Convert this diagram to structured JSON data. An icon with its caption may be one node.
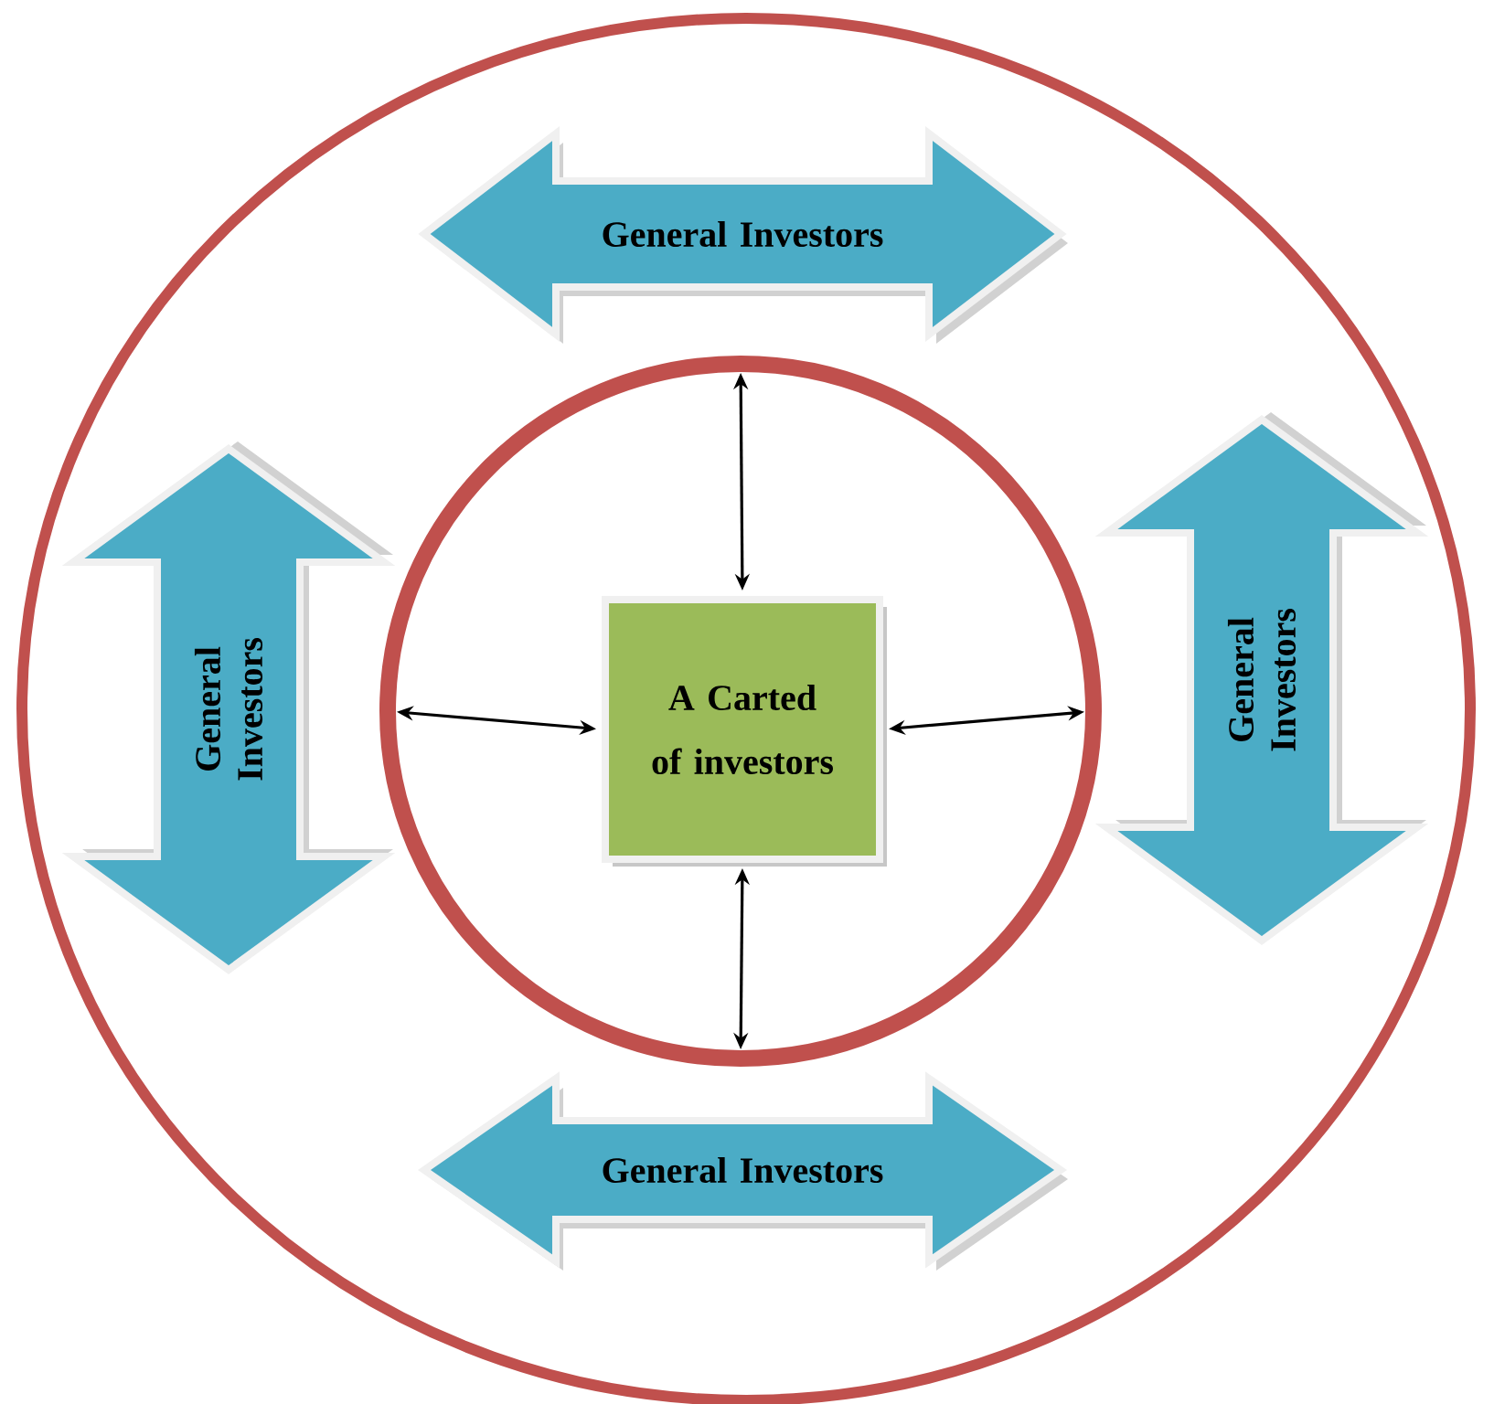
{
  "diagram": {
    "nodes": [
      {
        "text": [],
        "shape": "circle"
      },
      {
        "text": [
          "General Investors"
        ],
        "in": 0
      },
      {
        "text": [
          "General Investors"
        ],
        "in": 0
      },
      {
        "text": [],
        "shape": "circle",
        "in": 0
      },
      {
        "text": [
          "A Carted of investors"
        ],
        "in": 3
      },
      {
        "text": [
          "General Investors"
        ],
        "in": 0
      },
      {
        "text": [
          "General Investors"
        ],
        "in": 0
      }
    ],
    "edges": [
      {
        "from": 4,
        "to": 3,
        "arrow": "both"
      },
      {
        "from": 4,
        "to": 3,
        "arrow": "both"
      },
      {
        "from": 4,
        "to": 3,
        "arrow": "both"
      },
      {
        "from": 4,
        "to": 3,
        "arrow": "both"
      }
    ]
  }
}
